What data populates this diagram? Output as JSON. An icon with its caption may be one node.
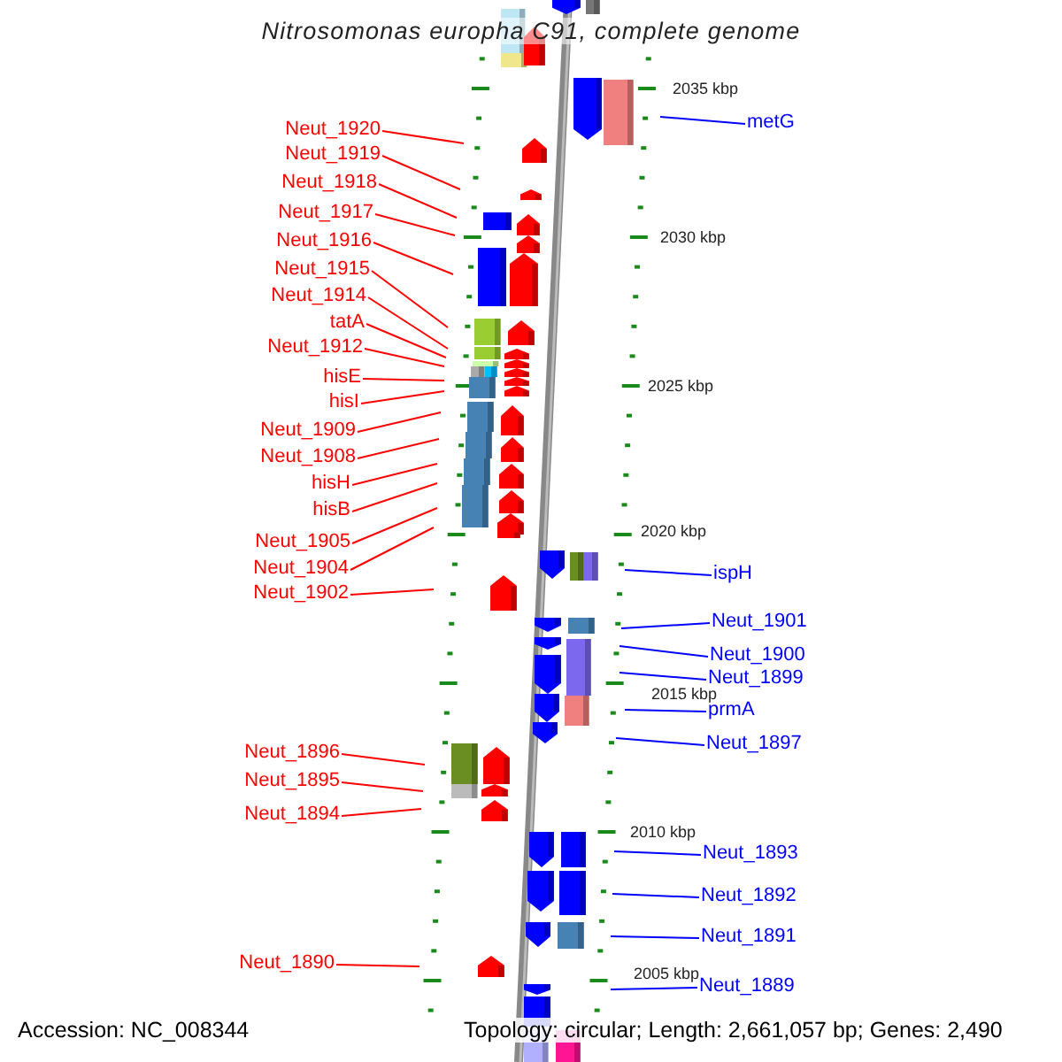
{
  "diagram": {
    "title": "Nitrosomonas europha C91, complete genome",
    "nodes": [
      {
        "text": [
          "Neut_1920"
        ]
      },
      {
        "text": [
          "Neut_1919"
        ]
      },
      {
        "text": [
          "Neut_1918"
        ]
      },
      {
        "text": [
          "Neut_1917"
        ]
      },
      {
        "text": [
          "Neut_1916"
        ]
      },
      {
        "text": [
          "Neut_1915"
        ]
      },
      {
        "text": [
          "Neut_1914"
        ]
      },
      {
        "text": [
          "tatA"
        ]
      },
      {
        "text": [
          "Neut_1912"
        ]
      },
      {
        "text": [
          "hisE"
        ]
      },
      {
        "text": [
          "hisI"
        ]
      },
      {
        "text": [
          "Neut_1909"
        ]
      },
      {
        "text": [
          "Neut_1908"
        ]
      },
      {
        "text": [
          "hisH"
        ]
      },
      {
        "text": [
          "hisB"
        ]
      },
      {
        "text": [
          "Neut_1905"
        ]
      },
      {
        "text": [
          "Neut_1904"
        ]
      },
      {
        "text": [
          "Neut_1902"
        ]
      },
      {
        "text": [
          "Neut_1896"
        ]
      },
      {
        "text": [
          "Neut_1895"
        ]
      },
      {
        "text": [
          "Neut_1894"
        ]
      },
      {
        "text": [
          "Neut_1890"
        ]
      },
      {
        "text": [
          "metG"
        ]
      },
      {
        "text": [
          "ispH"
        ]
      },
      {
        "text": [
          "Neut_1901"
        ]
      },
      {
        "text": [
          "Neut_1900"
        ]
      },
      {
        "text": [
          "Neut_1899"
        ]
      },
      {
        "text": [
          "prmA"
        ]
      },
      {
        "text": [
          "Neut_1897"
        ]
      },
      {
        "text": [
          "Neut_1893"
        ]
      },
      {
        "text": [
          "Neut_1892"
        ]
      },
      {
        "text": [
          "Neut_1891"
        ]
      },
      {
        "text": [
          "Neut_1889"
        ]
      }
    ],
    "edges": [
      {
        "from": 0,
        "to": null,
        "arrow": "none"
      },
      {
        "from": 1,
        "to": null,
        "arrow": "none"
      },
      {
        "from": 2,
        "to": null,
        "arrow": "none"
      },
      {
        "from": 3,
        "to": null,
        "arrow": "none"
      },
      {
        "from": 4,
        "to": null,
        "arrow": "none"
      },
      {
        "from": 5,
        "to": null,
        "arrow": "none"
      },
      {
        "from": 6,
        "to": null,
        "arrow": "none"
      },
      {
        "from": 7,
        "to": null,
        "arrow": "none"
      },
      {
        "from": 8,
        "to": null,
        "arrow": "none"
      },
      {
        "from": 9,
        "to": null,
        "arrow": "none"
      },
      {
        "from": 10,
        "to": null,
        "arrow": "none"
      },
      {
        "from": 11,
        "to": null,
        "arrow": "none"
      },
      {
        "from": 12,
        "to": null,
        "arrow": "none"
      },
      {
        "from": 13,
        "to": null,
        "arrow": "none"
      },
      {
        "from": 14,
        "to": null,
        "arrow": "none"
      },
      {
        "from": 15,
        "to": null,
        "arrow": "none"
      },
      {
        "from": 16,
        "to": null,
        "arrow": "none"
      },
      {
        "from": 17,
        "to": null,
        "arrow": "none"
      },
      {
        "from": 18,
        "to": null,
        "arrow": "none"
      },
      {
        "from": 19,
        "to": null,
        "arrow": "none"
      },
      {
        "from": 20,
        "to": null,
        "arrow": "none"
      },
      {
        "from": 21,
        "to": null,
        "arrow": "none"
      },
      {
        "from": 22,
        "to": null,
        "arrow": "none",
        "color": "#0000ff"
      },
      {
        "from": 23,
        "to": null,
        "arrow": "none",
        "color": "#0000ff"
      },
      {
        "from": 24,
        "to": null,
        "arrow": "none",
        "color": "#0000ff"
      },
      {
        "from": 25,
        "to": null,
        "arrow": "none",
        "color": "#0000ff"
      },
      {
        "from": 26,
        "to": null,
        "arrow": "none",
        "color": "#0000ff"
      },
      {
        "from": 27,
        "to": null,
        "arrow": "none",
        "color": "#0000ff"
      },
      {
        "from": 28,
        "to": null,
        "arrow": "none",
        "color": "#0000ff"
      },
      {
        "from": 29,
        "to": null,
        "arrow": "none",
        "color": "#0000ff"
      },
      {
        "from": 30,
        "to": null,
        "arrow": "none",
        "color": "#0000ff"
      },
      {
        "from": 31,
        "to": null,
        "arrow": "none",
        "color": "#0000ff"
      },
      {
        "from": 32,
        "to": null,
        "arrow": "none",
        "color": "#0000ff"
      }
    ],
    "labels": [
      "2035 kbp",
      "2030 kbp",
      "2025 kbp",
      "2020 kbp",
      "2015 kbp",
      "2010 kbp",
      "2005 kbp",
      "Accession: NC_008344",
      "Topology: circular; Length: 2,661,057 bp; Genes: 2,490"
    ]
  }
}
